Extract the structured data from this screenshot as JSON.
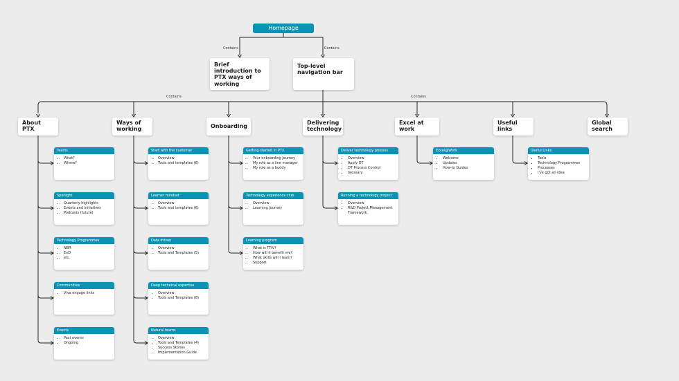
{
  "root": {
    "label": "Homepage"
  },
  "intro_nodes": [
    {
      "id": "intro",
      "label": "Brief introduction to PTX ways of working",
      "edge_label": "Contains"
    },
    {
      "id": "nav",
      "label": "Top-level navigation bar",
      "edge_label": "Contains"
    }
  ],
  "nav_edge_label": "Contains",
  "sections": [
    {
      "label": "About PTX",
      "cards": [
        {
          "title": "Teams",
          "items": [
            "What?",
            "Where?"
          ]
        },
        {
          "title": "Spotlight",
          "items": [
            "Quarterly highlights",
            "Events and initiatives",
            "Podcasts (future)"
          ]
        },
        {
          "title": "Technology Programmes",
          "items": [
            "NBR",
            "EoD",
            "etc."
          ]
        },
        {
          "title": "Communities",
          "items": [
            "Viva engage links"
          ]
        },
        {
          "title": "Events",
          "items": [
            "Past events",
            "Ongoing"
          ]
        }
      ]
    },
    {
      "label": "Ways of working",
      "cards": [
        {
          "title": "Start with the customer",
          "items": [
            "Overview",
            "Tools and templates (6)"
          ]
        },
        {
          "title": "Learner mindset",
          "items": [
            "Overview",
            "Tools and templates (6)"
          ]
        },
        {
          "title": "Data driven",
          "items": [
            "Overview",
            "Tools and Templates (5)"
          ]
        },
        {
          "title": "Deep technical expertise",
          "items": [
            "Overview",
            "Tools and Templates (8)"
          ]
        },
        {
          "title": "Natural teams",
          "items": [
            "Overview",
            "Tools and Templates (4)",
            "Success Stories",
            "Implementation Guide"
          ]
        }
      ]
    },
    {
      "label": "Onboarding",
      "cards": [
        {
          "title": "Getting started in PTX",
          "items": [
            "Your onboarding journey",
            "My role as a line manager",
            "My role as a buddy"
          ]
        },
        {
          "title": "Technology experience club",
          "items": [
            "Overview",
            "Learning journey"
          ]
        },
        {
          "title": "Learning program",
          "items": [
            "What is TTiV?",
            "How will it benefit me?",
            "What skills will I learn?",
            "Support"
          ]
        }
      ]
    },
    {
      "label": "Delivering technology",
      "cards": [
        {
          "title": "Deliver technology process",
          "items": [
            "Overview",
            "Apply DT",
            "DT Process Control",
            "Glossary"
          ]
        },
        {
          "title": "Running a technology project",
          "items": [
            "Overview",
            "R&D Project Management Framework"
          ]
        }
      ]
    },
    {
      "label": "Excel at work",
      "cards": [
        {
          "title": "Excel@Work",
          "items": [
            "Welcome",
            "Updates",
            "How-to Guides"
          ]
        }
      ]
    },
    {
      "label": "Useful links",
      "cards": [
        {
          "title": "Useful Links",
          "items": [
            "Tools",
            "Technology Programmes",
            "Processes",
            "I've got an idea"
          ]
        }
      ]
    },
    {
      "label": "Global search",
      "cards": []
    }
  ],
  "colors": {
    "accent": "#0b93b4",
    "line": "#222222",
    "background": "#ececec"
  }
}
